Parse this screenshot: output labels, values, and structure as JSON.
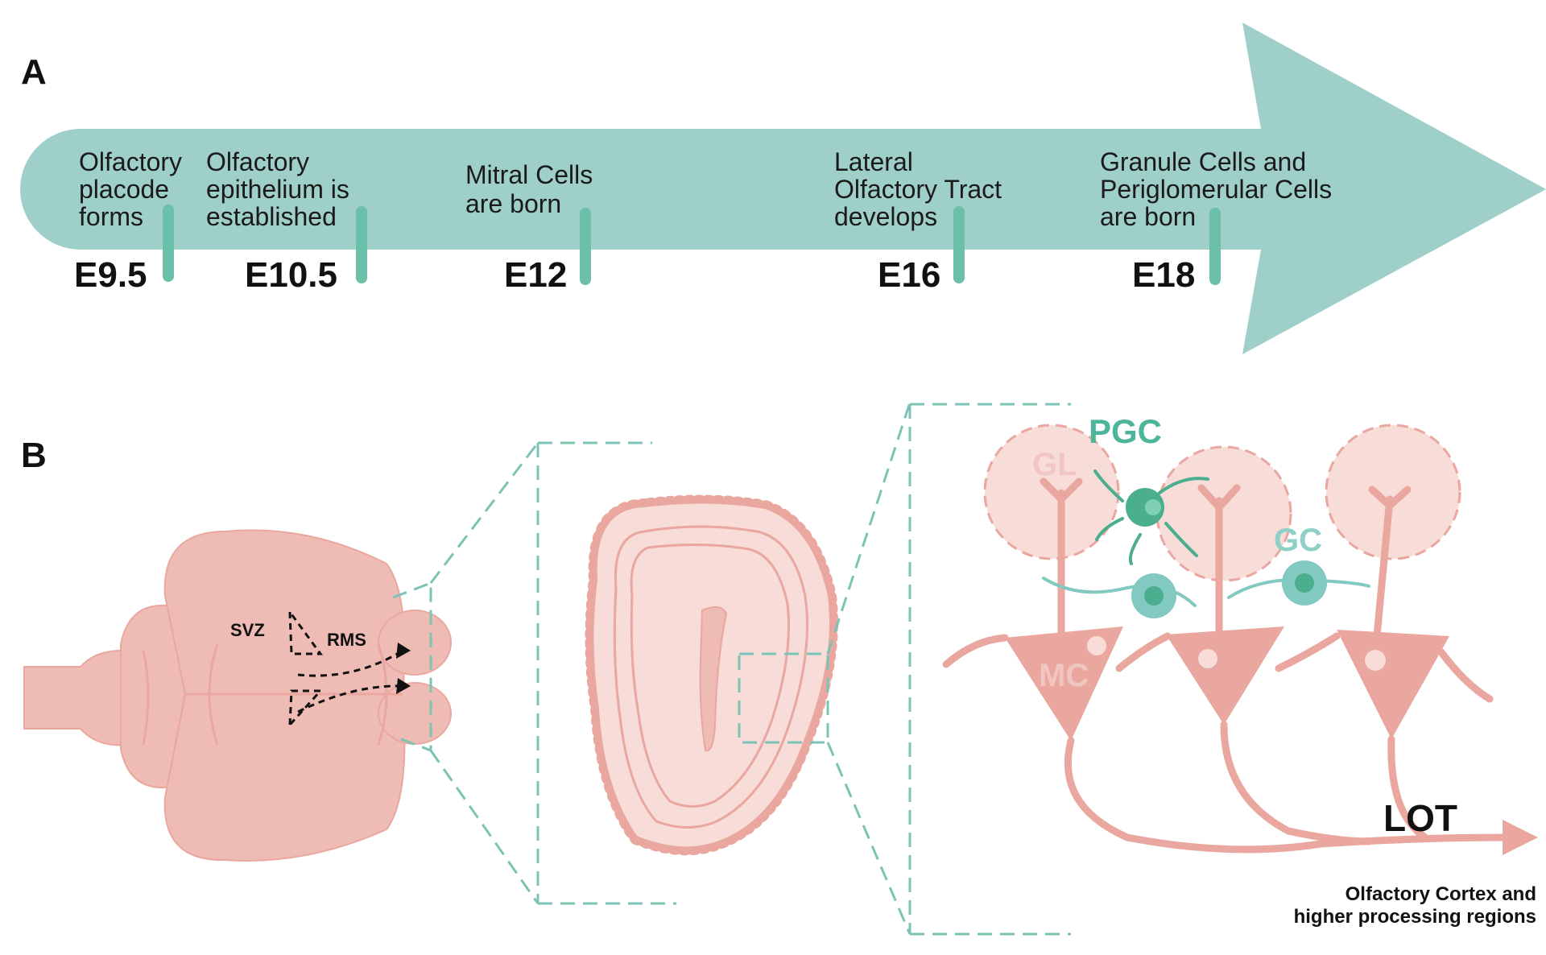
{
  "panels": {
    "a": "A",
    "b": "B"
  },
  "colors": {
    "arrow": "#9fcfc9",
    "tick": "#6cbfa8",
    "pink": "#e9a79f",
    "pink_light": "#f7dcd8",
    "pink_mid": "#eebcb5",
    "green_cell": "#4aae8f",
    "teal_cell": "#82c9c1",
    "dash": "#7cc3b6"
  },
  "timeline": {
    "events": [
      {
        "stage": "E9.5",
        "lines": [
          "Olfactory",
          "placode",
          "forms"
        ]
      },
      {
        "stage": "E10.5",
        "lines": [
          "Olfactory",
          "epithelium is",
          "established"
        ]
      },
      {
        "stage": "E12",
        "lines": [
          "Mitral Cells",
          "are born"
        ]
      },
      {
        "stage": "E16",
        "lines": [
          "Lateral",
          "Olfactory Tract",
          "develops"
        ]
      },
      {
        "stage": "E18",
        "lines": [
          "Granule Cells and",
          "Periglomerular Cells",
          "are born"
        ]
      }
    ]
  },
  "brain": {
    "svz": "SVZ",
    "rms": "RMS",
    "icon": "mouse-brain-dorsal-icon"
  },
  "bulb": {
    "icon": "olfactory-bulb-section-icon"
  },
  "circuit": {
    "gl": "GL",
    "pgc": "PGC",
    "gc": "GC",
    "mc": "MC",
    "lot": "LOT",
    "target_lines": [
      "Olfactory Cortex and",
      "higher processing regions"
    ]
  }
}
